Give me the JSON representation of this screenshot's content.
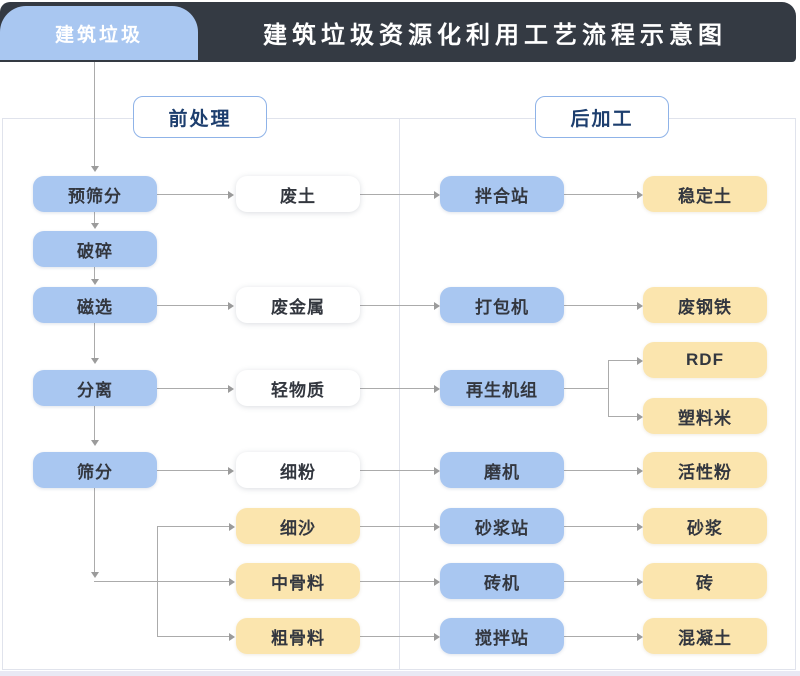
{
  "header": {
    "tab_label": "建筑垃圾",
    "title": "建筑垃圾资源化利用工艺流程示意图"
  },
  "sections": {
    "pre_label": "前处理",
    "post_label": "后加工"
  },
  "columns": {
    "process": [
      "预筛分",
      "破碎",
      "磁选",
      "分离",
      "筛分"
    ],
    "materials": [
      "废土",
      "废金属",
      "轻物质",
      "细粉",
      "细沙",
      "中骨料",
      "粗骨料"
    ],
    "machines": [
      "拌合站",
      "打包机",
      "再生机组",
      "磨机",
      "砂浆站",
      "砖机",
      "搅拌站"
    ],
    "products": [
      "稳定土",
      "废钢铁",
      "RDF",
      "塑料米",
      "活性粉",
      "砂浆",
      "砖",
      "混凝土"
    ]
  },
  "colors": {
    "header_bg": "#343a43",
    "title_text": "#ffffff",
    "node_blue": "#a9c7f1",
    "node_yellow": "#fbe5ae",
    "node_white": "#ffffff",
    "section_border": "#8fb3e8",
    "section_text": "#1d3e6e",
    "line": "#ababab",
    "arrow": "#9b9b9b",
    "panel_border": "#e0e3ec",
    "footer_strip": "#e9e9f4",
    "text": "#33373f"
  }
}
